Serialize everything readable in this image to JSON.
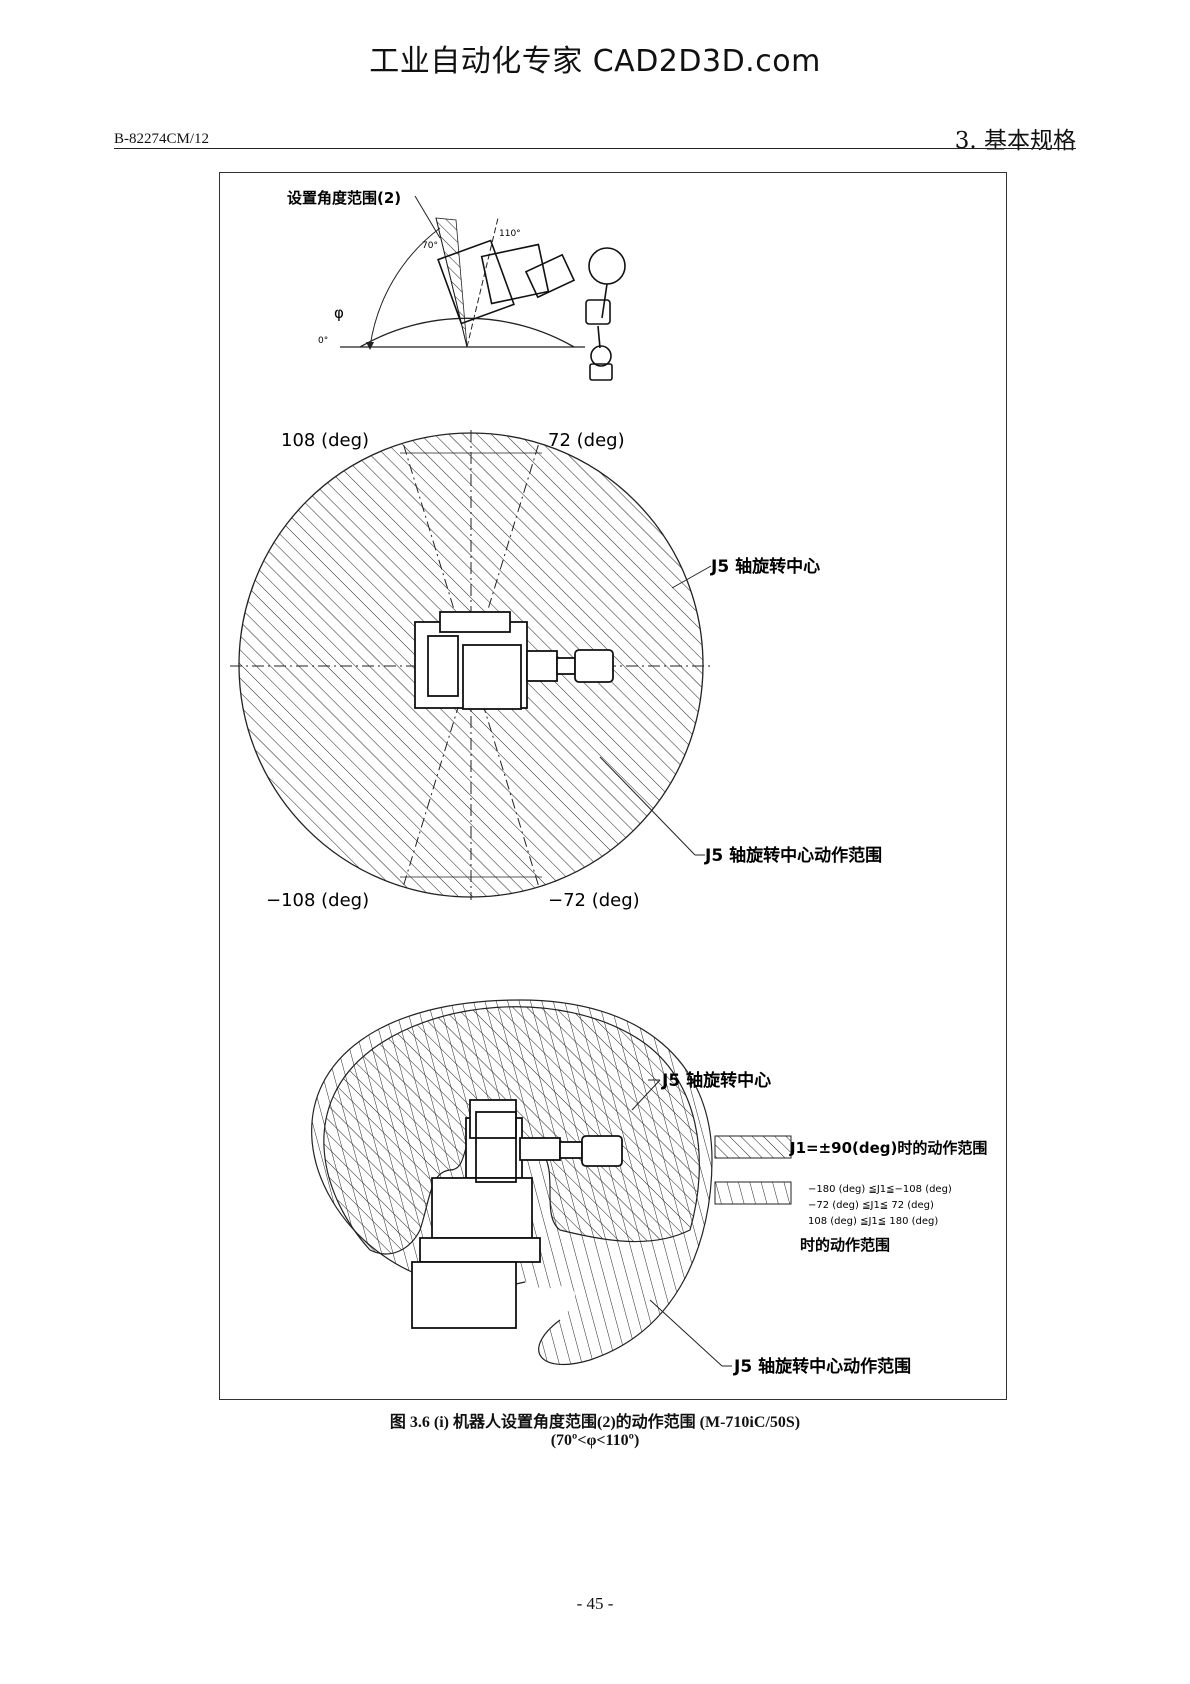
{
  "header": {
    "watermark": "工业自动化专家 CAD2D3D.com",
    "doc_code": "B-82274CM/12",
    "section": "3. 基本规格"
  },
  "figure": {
    "top_view": {
      "setting_label": "设置角度范围(2)",
      "angle_70": "70°",
      "angle_110": "110°",
      "angle_0": "0°",
      "phi_symbol": "φ"
    },
    "middle_view": {
      "angle_tl": "108 (deg)",
      "angle_tr": "72 (deg)",
      "angle_bl": "−108 (deg)",
      "angle_br": "−72 (deg)",
      "j5_center": "J5 轴旋转中心",
      "j5_range": "J5 轴旋转中心动作范围"
    },
    "bottom_view": {
      "j5_center": "J5 轴旋转中心",
      "j5_range": "J5 轴旋转中心动作范围",
      "legend_1": "J1=±90(deg)时的动作范围",
      "legend_2_line1": "−180 (deg) ≦J1≦−108 (deg)",
      "legend_2_line2": "−72 (deg) ≦J1≦  72 (deg)",
      "legend_2_line3": "108 (deg) ≦J1≦ 180 (deg)",
      "legend_2_line4": "时的动作范围"
    }
  },
  "caption": {
    "line1": "图 3.6 (i)  机器人设置角度范围(2)的动作范围  (M-710iC/50S)",
    "line2": "(70º<φ<110º)"
  },
  "page_number": "- 45 -"
}
